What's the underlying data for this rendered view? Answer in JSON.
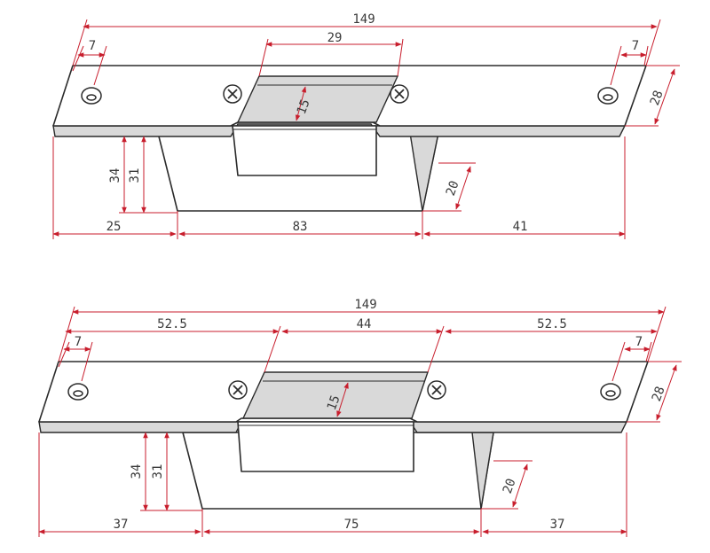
{
  "top_view": {
    "dims": {
      "total_length": "149",
      "slot_width": "29",
      "left_edge": "7",
      "right_edge": "7",
      "plate_height": "28",
      "depth": "15",
      "height_outer": "34",
      "height_inner": "31",
      "right_depth": "20",
      "bottom_left": "25",
      "bottom_mid": "83",
      "bottom_right": "41"
    }
  },
  "bottom_view": {
    "dims": {
      "total_length": "149",
      "left_section": "52.5",
      "slot_width": "44",
      "right_section": "52.5",
      "left_edge": "7",
      "right_edge": "7",
      "plate_height": "28",
      "depth": "15",
      "height_outer": "34",
      "height_inner": "31",
      "right_depth": "20",
      "bottom_left": "37",
      "bottom_mid": "75",
      "bottom_right": "37"
    }
  },
  "colors": {
    "dimension_line": "#c81e2d",
    "outline": "#2b2b2b"
  }
}
